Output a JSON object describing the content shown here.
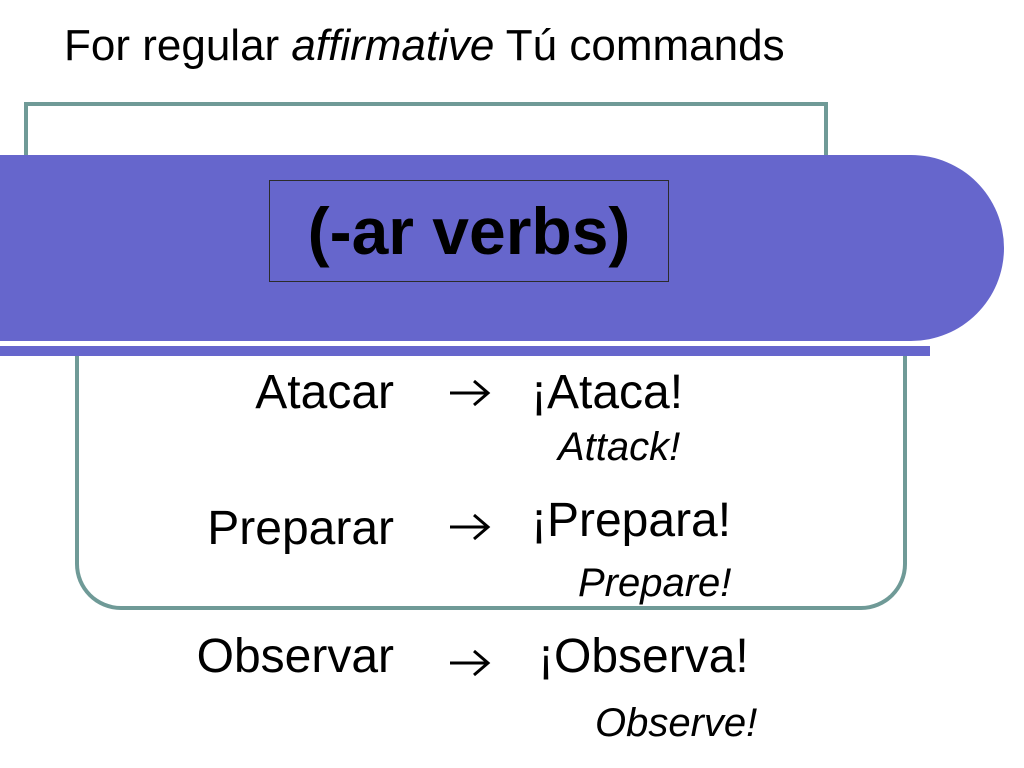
{
  "title": {
    "before": "For regular ",
    "emphasis": "affirmative",
    "after": " Tú commands"
  },
  "heading": "(-ar verbs)",
  "rows": [
    {
      "verb": "Atacar",
      "command": "¡Ataca!",
      "translation": "Attack!"
    },
    {
      "verb": "Preparar",
      "command": "¡Prepara!",
      "translation": "Prepare!"
    },
    {
      "verb": "Observar",
      "command": "¡Observa!",
      "translation": "Observe!"
    }
  ],
  "icons": {
    "arrow": "right-arrow-icon"
  },
  "colors": {
    "band": "#6666cc",
    "frame": "#6f9a97"
  }
}
